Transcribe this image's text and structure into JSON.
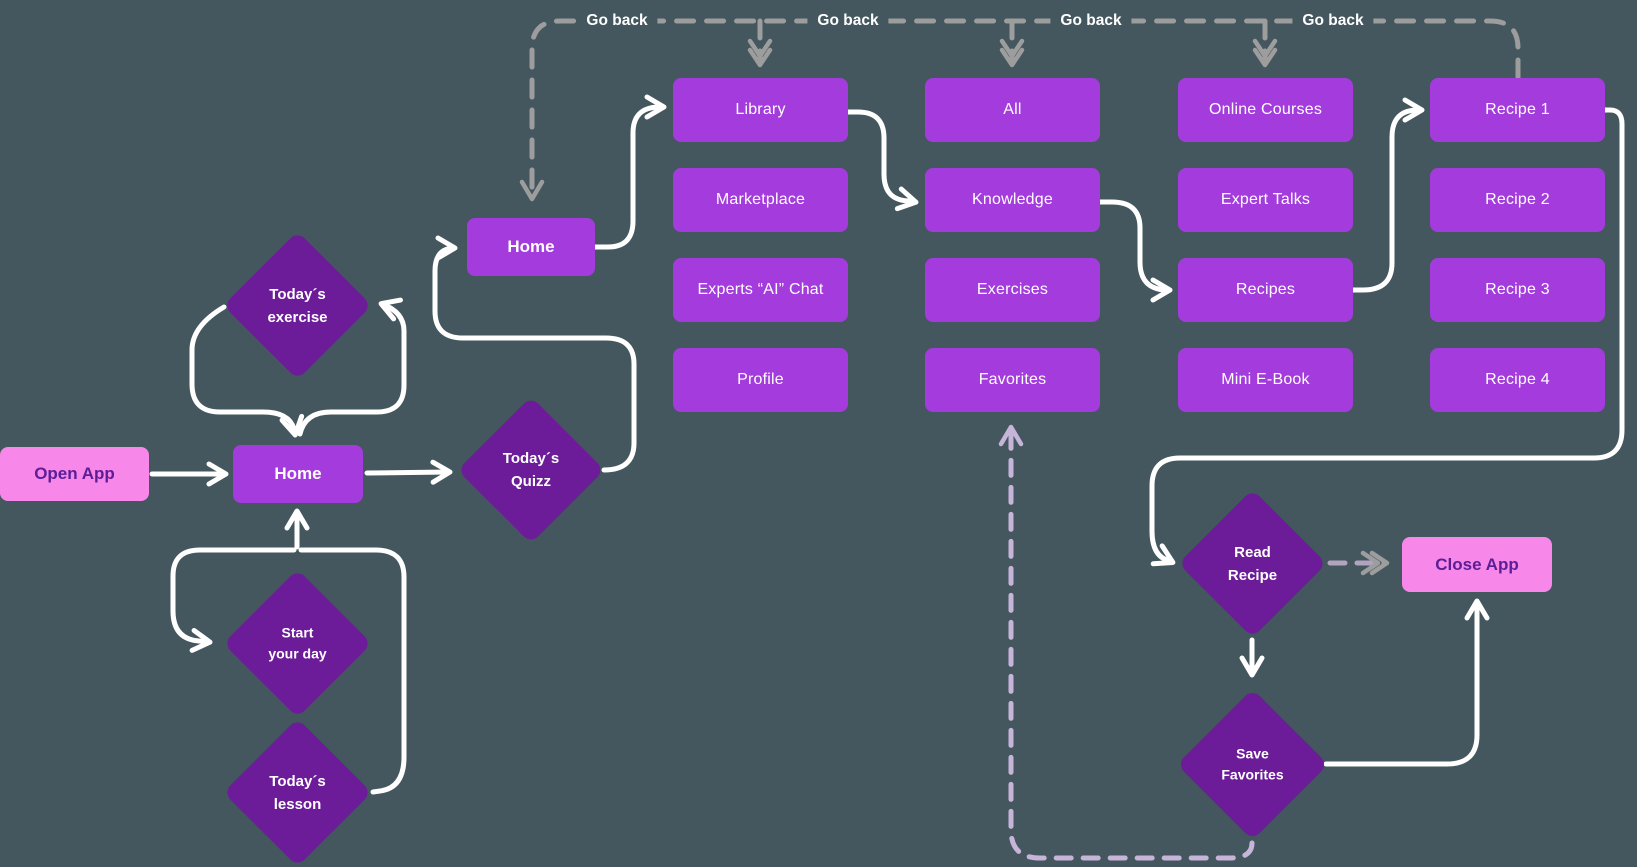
{
  "canvas": {
    "bg": "#44575E"
  },
  "colors": {
    "box_purple": "#A43BDC",
    "diamond_purple": "#6C1C99",
    "pink": "#F787E8",
    "pink_text": "#5C1D96",
    "line_white": "#FFFFFF",
    "dash_gray": "#9D9D9D",
    "dash_lavender": "#C6B5D8"
  },
  "labels": {
    "go_back": "Go back"
  },
  "nodes": {
    "open_app": "Open App",
    "home_main": "Home",
    "home_upper": "Home",
    "todays_exercise": "Today´s\nexercise",
    "todays_quizz": "Today´s\nQuizz",
    "start_your_day": "Start\nyour day",
    "todays_lesson": "Today´s\nlesson",
    "library": "Library",
    "marketplace": "Marketplace",
    "experts_ai_chat": "Experts “AI” Chat",
    "profile": "Profile",
    "all": "All",
    "knowledge": "Knowledge",
    "exercises": "Exercises",
    "favorites": "Favorites",
    "online_courses": "Online Courses",
    "expert_talks": "Expert Talks",
    "recipes": "Recipes",
    "mini_ebook": "Mini E-Book",
    "recipe_1": "Recipe 1",
    "recipe_2": "Recipe 2",
    "recipe_3": "Recipe 3",
    "recipe_4": "Recipe 4",
    "read_recipe": "Read\nRecipe",
    "save_favorites": "Save\nFavorites",
    "close_app": "Close App"
  }
}
